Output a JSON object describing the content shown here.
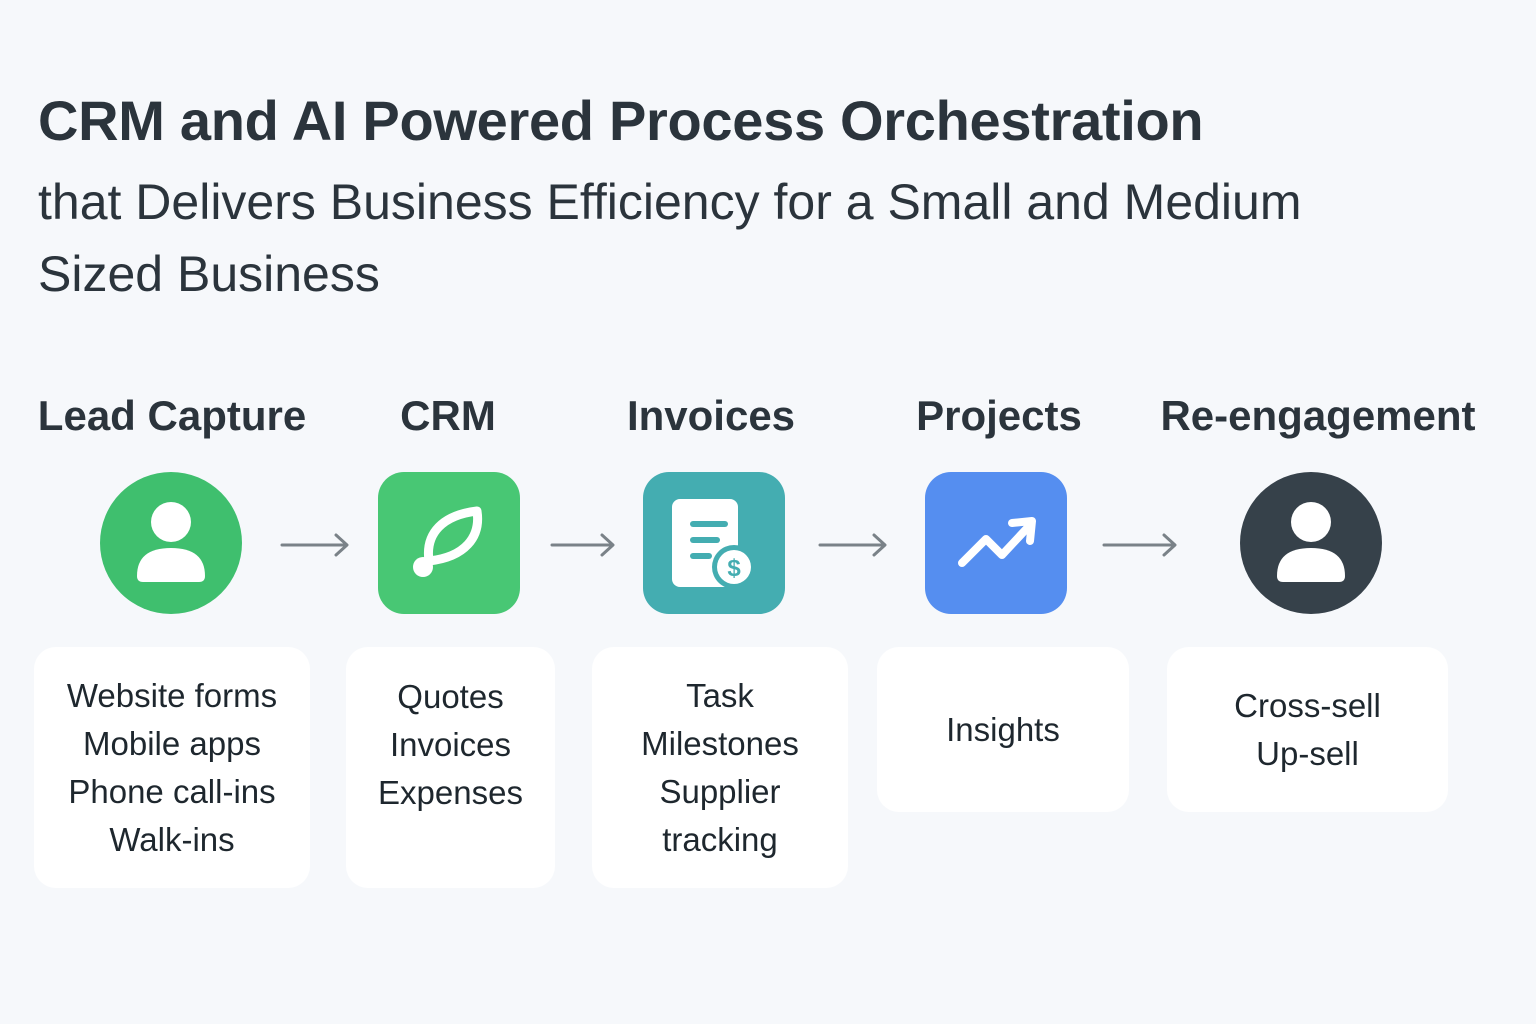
{
  "header": {
    "title": "CRM and AI Powered Process Orchestration",
    "subtitle": "that Delivers Business Efficiency for a Small and Medium Sized Business"
  },
  "colors": {
    "background": "#f6f8fb",
    "lead_capture": "#3fbf6e",
    "crm": "#48c774",
    "invoices": "#44adb1",
    "projects": "#558ef0",
    "re_engagement": "#36414a",
    "arrow": "#7a8288",
    "text": "#2b343c"
  },
  "stages": [
    {
      "label": "Lead Capture",
      "icon": "user-icon",
      "items": [
        "Website forms",
        "Mobile apps",
        "Phone call-ins",
        "Walk-ins"
      ]
    },
    {
      "label": "CRM",
      "icon": "leaf-icon",
      "items": [
        "Quotes",
        "Invoices",
        "Expenses"
      ]
    },
    {
      "label": "Invoices",
      "icon": "invoice-dollar-icon",
      "items": [
        "Task",
        "Milestones",
        "Supplier",
        "tracking"
      ]
    },
    {
      "label": "Projects",
      "icon": "trend-up-icon",
      "items": [
        "Insights"
      ]
    },
    {
      "label": "Re-engagement",
      "icon": "user-icon",
      "items": [
        "Cross-sell",
        "Up-sell"
      ]
    }
  ]
}
